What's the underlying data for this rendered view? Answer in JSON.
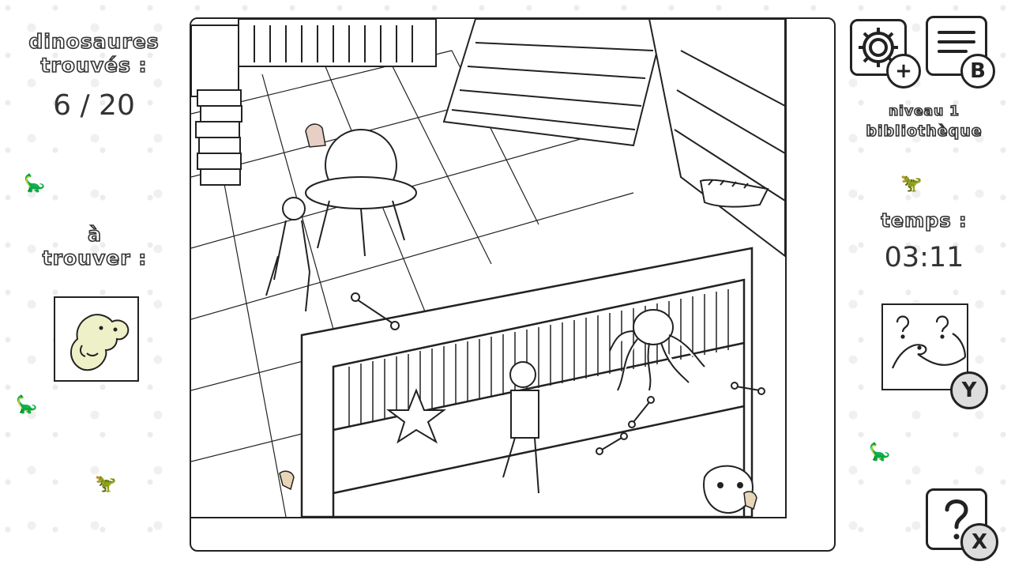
{
  "hud": {
    "found_title_line1": "Dinosaures",
    "found_title_line2": "trouvés :",
    "found_count": "6 / 20",
    "to_find_line1": "à",
    "to_find_line2": "trouver :",
    "level_line1": "niveau 1",
    "level_line2": "bibliothèque",
    "time_title": "temps :",
    "time_value": "03:11"
  },
  "buttons": {
    "settings_badge": "+",
    "menu_badge": "B",
    "hint_badge": "Y",
    "help_badge": "X"
  },
  "icons": {
    "settings": "gear-icon",
    "menu": "list-icon",
    "hint": "question-dinosaur-icon",
    "help": "question-mark-icon",
    "target": "yellow-dinosaur-icon"
  },
  "colors": {
    "outline": "#222222",
    "target_dino": "#eef0c8",
    "badge_grey": "#dddddd"
  }
}
